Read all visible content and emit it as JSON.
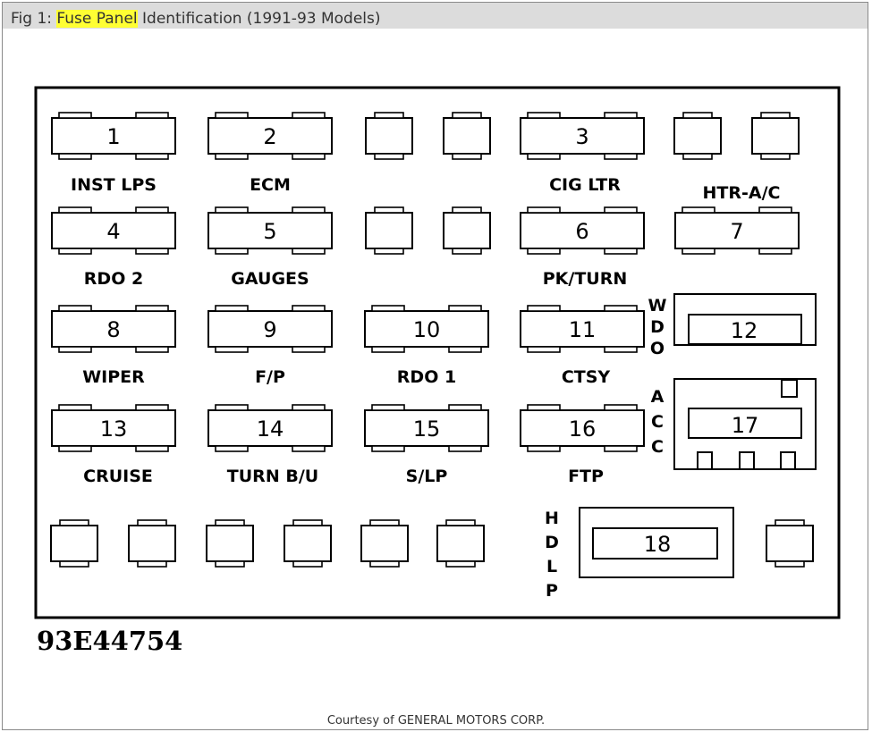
{
  "caption": {
    "prefix": "Fig 1: ",
    "highlight": "Fuse Panel",
    "suffix": " Identification (1991-93 Models)",
    "highlight_color": "#ffff33"
  },
  "fuses": [
    {
      "number": "1",
      "label": "INST LPS"
    },
    {
      "number": "2",
      "label": "ECM"
    },
    {
      "number": "3",
      "label": "CIG LTR"
    },
    {
      "number": "4",
      "label": "RDO 2"
    },
    {
      "number": "5",
      "label": "GAUGES"
    },
    {
      "number": "6",
      "label": "PK/TURN"
    },
    {
      "number": "7",
      "label": "HTR-A/C"
    },
    {
      "number": "8",
      "label": "WIPER"
    },
    {
      "number": "9",
      "label": "F/P"
    },
    {
      "number": "10",
      "label": "RDO 1"
    },
    {
      "number": "11",
      "label": "CTSY"
    },
    {
      "number": "13",
      "label": "CRUISE"
    },
    {
      "number": "14",
      "label": "TURN B/U"
    },
    {
      "number": "15",
      "label": "S/LP"
    },
    {
      "number": "16",
      "label": "FTP"
    }
  ],
  "breakers": [
    {
      "number": "12",
      "label": "WDO"
    },
    {
      "number": "17",
      "label": "ACC"
    },
    {
      "number": "18",
      "label": "HDLP"
    }
  ],
  "part_number": "93E44754",
  "credit": "Courtesy of GENERAL MOTORS CORP."
}
